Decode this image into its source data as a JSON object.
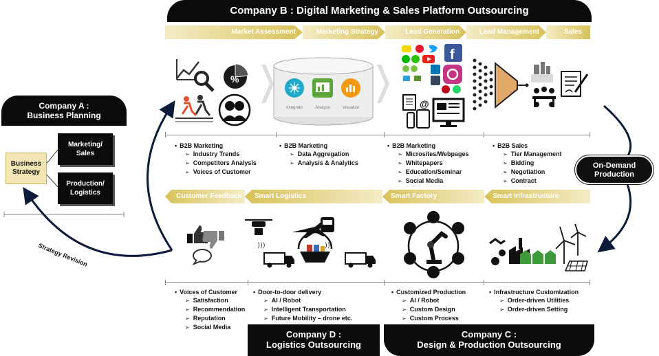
{
  "company_b": {
    "title": "Company B : Digital Marketing & Sales Platform Outsourcing"
  },
  "company_a": {
    "line1": "Company A :",
    "line2": "Business Planning"
  },
  "company_d": {
    "line1": "Company D :",
    "line2": "Logistics Outsourcing"
  },
  "company_c": {
    "line1": "Company C :",
    "line2": "Design & Production Outsourcing"
  },
  "top_stages": [
    "Market Assessment",
    "Marketing Strategy",
    "Lead Generation",
    "Lead Management",
    "Sales"
  ],
  "bottom_stages": [
    "Customer Feedback",
    "Smart Logistics",
    "Smart Factory",
    "Smart Infrastructure"
  ],
  "platform_labels": [
    "Integrate",
    "Analyze",
    "Visualize"
  ],
  "business_strategy": {
    "line1": "Business",
    "line2": "Strategy"
  },
  "marketing_sales": {
    "line1": "Marketing/",
    "line2": "Sales"
  },
  "production_logistics": {
    "line1": "Production/",
    "line2": "Logistics"
  },
  "strategy_revision": "Strategy Revision",
  "on_demand": {
    "line1": "On-Demand",
    "line2": "Production"
  },
  "top_lists": [
    {
      "head": "B2B Marketing",
      "items": [
        "Industry Trends",
        "Competitors Analysis",
        "Voices of Customer"
      ]
    },
    {
      "head": "B2B Marketing",
      "items": [
        "Data Aggregation",
        "Analysis & Analytics"
      ]
    },
    {
      "head": "B2B Marketing",
      "items": [
        "Microsites/Webpages",
        "Whitepapers",
        "Education/Seminar",
        "Social Media"
      ]
    },
    {
      "head": "B2B Sales",
      "items": [
        "Tier Management",
        "Bidding",
        "Negotiation",
        "Contract"
      ]
    }
  ],
  "bottom_lists": [
    {
      "head": "Voices of Customer",
      "items": [
        "Satisfaction",
        "Recommendation",
        "Reputation",
        "Social Media"
      ]
    },
    {
      "head": "Door-to-door  delivery",
      "items": [
        "AI / Robot",
        "Intelligent Transportation",
        "Future Mobility – drone etc."
      ]
    },
    {
      "head": "Customized Production",
      "items": [
        "AI / Robot",
        "Custom Design",
        "Custom Process"
      ]
    },
    {
      "head": "Infrastructure Customization",
      "items": [
        "Order-driven Utilities",
        "Order-driven Setting"
      ]
    }
  ],
  "colors": {
    "black": "#0b0b0b",
    "gold": "#d8c25a",
    "gold_light": "#f4ecc6",
    "tan": "#f2e6b4",
    "navy": "#0d1b3a"
  }
}
